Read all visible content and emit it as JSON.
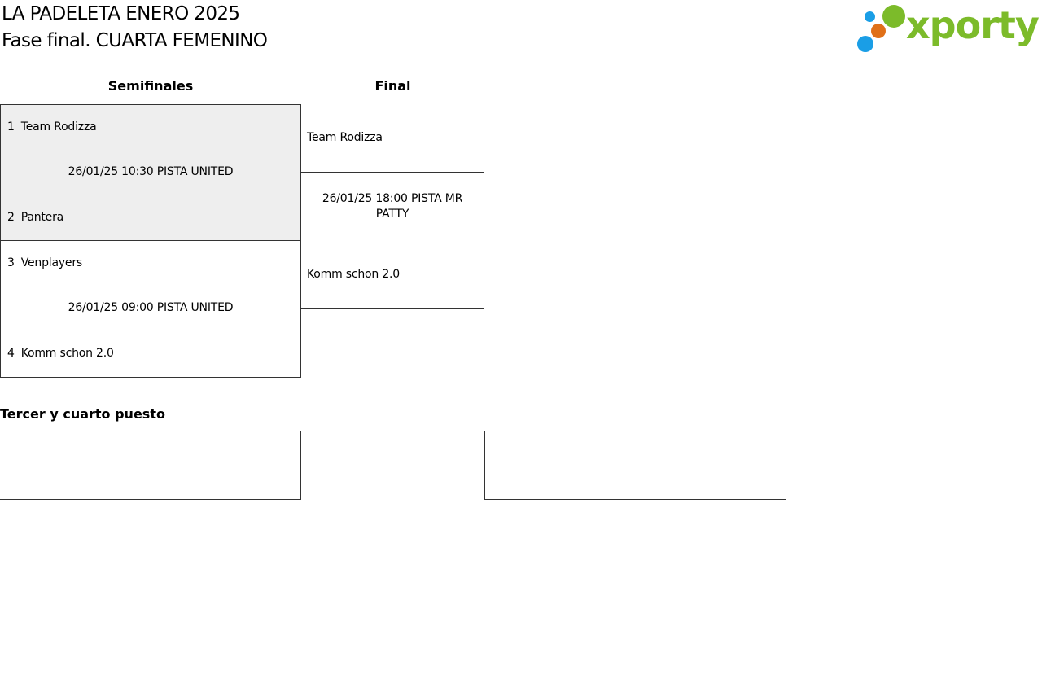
{
  "header": {
    "title": "LA PADELETA ENERO 2025",
    "subtitle": "Fase final. CUARTA FEMENINO"
  },
  "logo": {
    "text": "xporty",
    "colors": {
      "green": "#7cbb2a",
      "blue": "#1a9ee6",
      "orange": "#e07018"
    }
  },
  "rounds": {
    "semifinals_label": "Semifinales",
    "final_label": "Final"
  },
  "semifinals": [
    {
      "team1_seed": "1",
      "team1": "Team Rodizza",
      "info": "26/01/25 10:30 PISTA UNITED",
      "team2_seed": "2",
      "team2": "Pantera"
    },
    {
      "team1_seed": "3",
      "team1": "Venplayers",
      "info": "26/01/25 09:00 PISTA UNITED",
      "team2_seed": "4",
      "team2": "Komm schon 2.0"
    }
  ],
  "final": {
    "team1": "Team Rodizza",
    "info": "26/01/25 18:00 PISTA MR PATTY",
    "team2": "Komm schon 2.0"
  },
  "third_place": {
    "label": "Tercer y cuarto puesto"
  }
}
